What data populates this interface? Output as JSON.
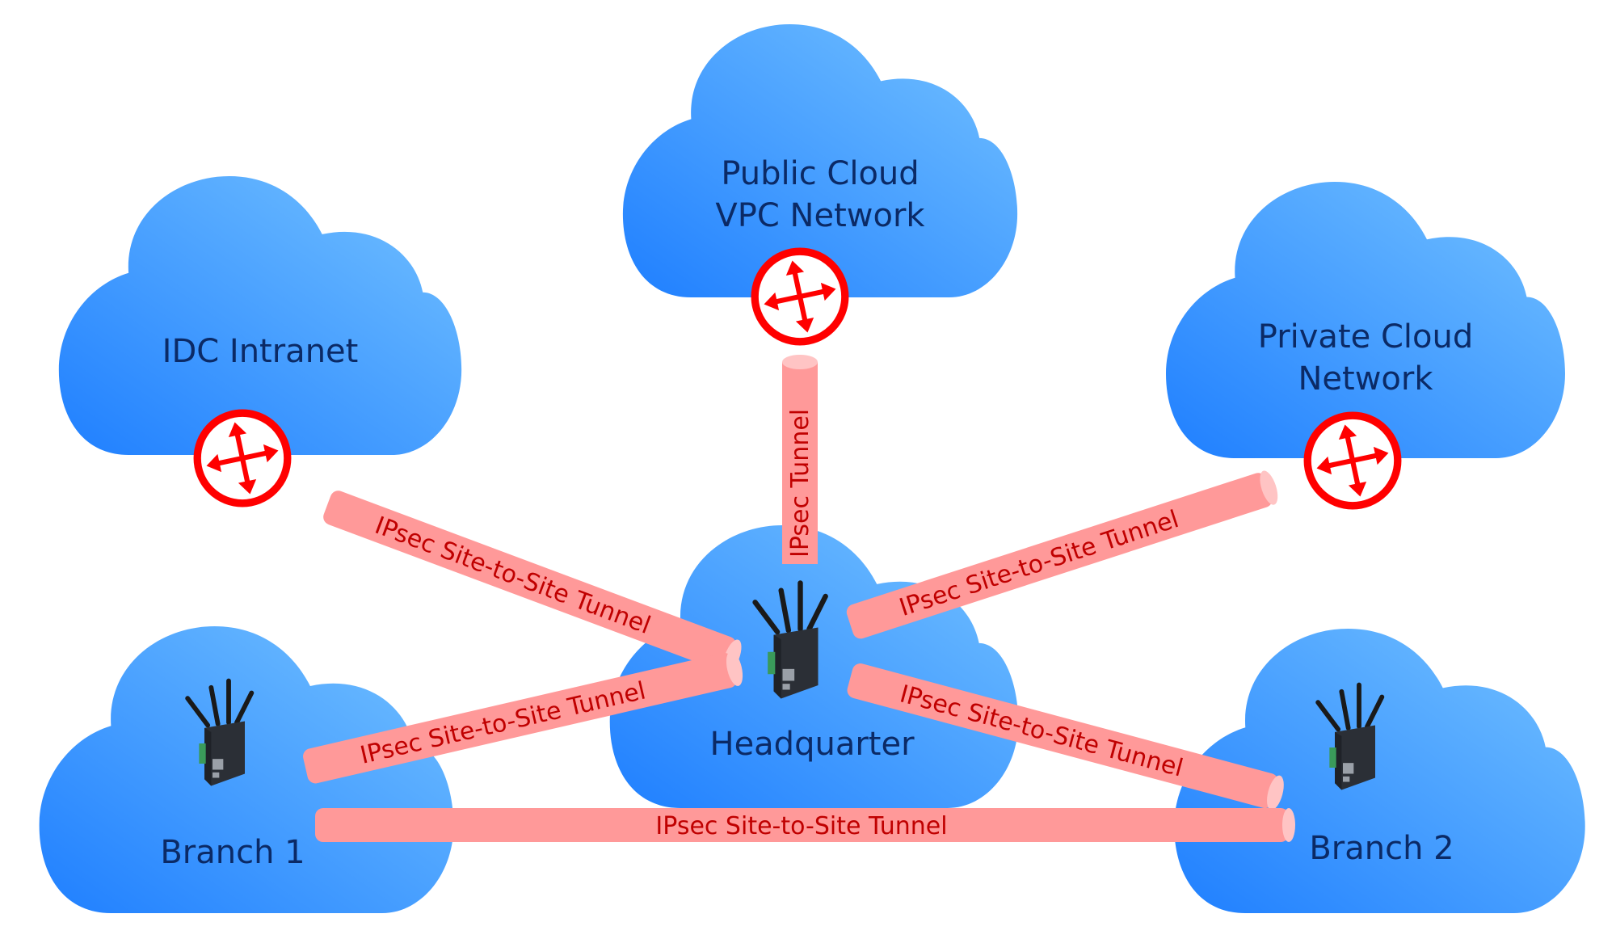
{
  "title": "IPsec VPN Network Topology",
  "colors": {
    "cloud_light": "#6cbcff",
    "cloud_dark": "#1f7fff",
    "cloud_text": "#0b2a66",
    "tunnel_fill": "#ff9999",
    "tunnel_cap": "#ffc4c4",
    "tunnel_text": "#c00000",
    "router_red": "#ff0000"
  },
  "clouds": {
    "public": {
      "line1": "Public Cloud",
      "line2": "VPC Network"
    },
    "idc": {
      "line1": "IDC Intranet"
    },
    "private": {
      "line1": "Private Cloud",
      "line2": "Network"
    },
    "hq": {
      "line1": "Headquarter"
    },
    "branch1": {
      "line1": "Branch 1"
    },
    "branch2": {
      "line1": "Branch 2"
    }
  },
  "tunnels": {
    "vertical": "IPsec Tunnel",
    "idc_hq": "IPsec Site-to-Site Tunnel",
    "private_hq": "IPsec Site-to-Site Tunnel",
    "branch1_hq": "IPsec Site-to-Site Tunnel",
    "hq_branch2": "IPsec Site-to-Site Tunnel",
    "branch1_branch2": "IPsec Site-to-Site Tunnel"
  },
  "icons": {
    "router": "router-icon",
    "gateway": "industrial-4g-router-device"
  }
}
